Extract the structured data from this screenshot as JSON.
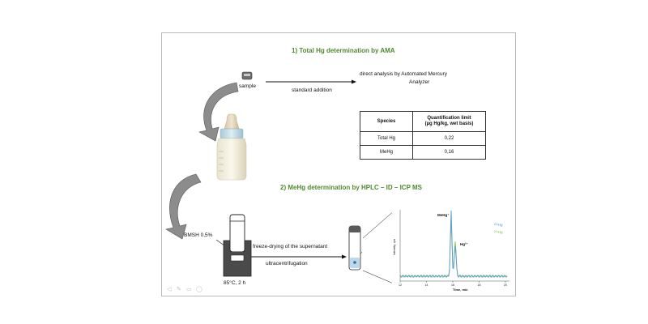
{
  "section1": {
    "heading": "1) Total Hg determination by AMA",
    "sample_label": "sample",
    "arrow_label": "standard addition",
    "result_line1": "direct analysis  by Automated Mercury",
    "result_line2": "Analyzer"
  },
  "table": {
    "header_species": "Species",
    "header_limit_line1": "Quantification limit",
    "header_limit_line2": "(µg Hg/kg, wet basis)",
    "rows": [
      {
        "species": "Total Hg",
        "limit": "0,22"
      },
      {
        "species": "MeHg",
        "limit": "0,16"
      }
    ]
  },
  "section2": {
    "heading": "2) MeHg determination by HPLC – ID – ICP MS",
    "reagent_label": "BMSH 0,5%",
    "heating_label": "85°C, 2 h",
    "step1_label": "freeze-drying of the supernatant",
    "step2_label": "ultracentrifugation"
  },
  "chromatogram": {
    "ylabel": "Intensity, cps",
    "xlabel": "Time, min",
    "xticks": [
      "12",
      "14",
      "16",
      "18",
      "20"
    ],
    "peak1_label": "MeHg⁺",
    "peak2_label": "Hg²⁺",
    "legend1": "²⁰²Hg",
    "legend2": "²⁰¹Hg",
    "colors": {
      "series1": "#5b9bd5",
      "series2": "#7dc44a"
    }
  },
  "controls": [
    "◁",
    "✎",
    "▭",
    "◯"
  ]
}
